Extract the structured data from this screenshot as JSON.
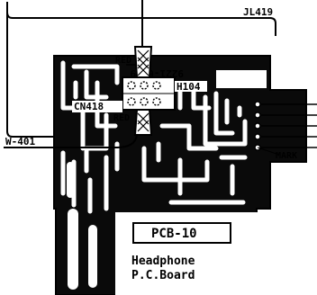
{
  "labels": {
    "jl419": "JL419",
    "red_top": "RED",
    "h104": "H104",
    "pcb_code": "9221-6889",
    "cn418": "CN418",
    "red_mid": "RED",
    "w401": "W-401",
    "mark": "MARK",
    "pcb_number": "PCB-10",
    "board_title_line1": "Headphone",
    "board_title_line2": "P.C.Board"
  }
}
